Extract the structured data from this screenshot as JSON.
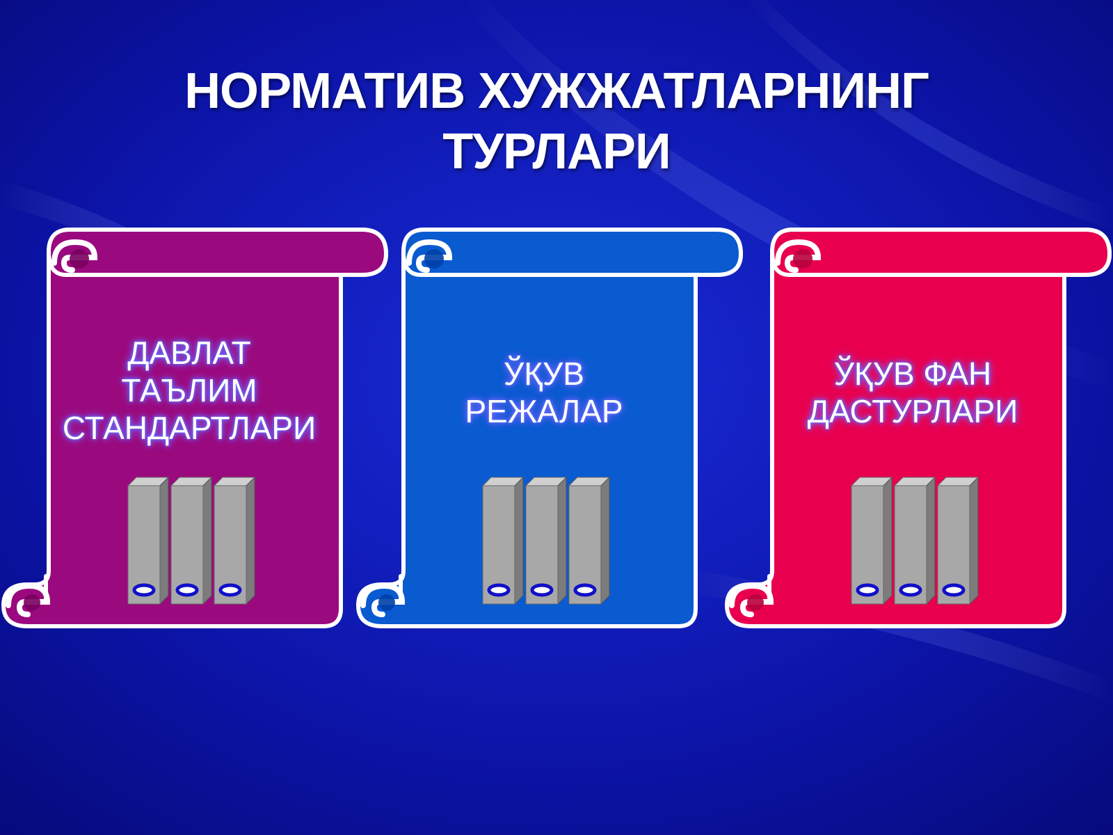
{
  "slide": {
    "title_line1": "НОРМАТИВ ХУЖЖАТЛАРНИНГ",
    "title_line2": "ТУРЛАРИ"
  },
  "cards": [
    {
      "lines": [
        "ДАВЛАТ",
        "ТАЪЛИМ",
        "СТАНДАРТЛАРИ"
      ],
      "color": "#9a0a7e",
      "color_dark": "#7a0060"
    },
    {
      "lines": [
        "ЎҚУВ",
        "РЕЖАЛАР"
      ],
      "color": "#0a5ad0",
      "color_dark": "#0040a8"
    },
    {
      "lines": [
        "ЎҚУВ ФАН",
        "ДАСТУРЛАРИ"
      ],
      "color": "#e8004f",
      "color_dark": "#b8003c"
    }
  ],
  "colors": {
    "background": "#0a0f9a",
    "binder": "#a8a8a8",
    "binder_ring": "#1010c8"
  },
  "icons": {
    "binder": "binder-icon"
  }
}
